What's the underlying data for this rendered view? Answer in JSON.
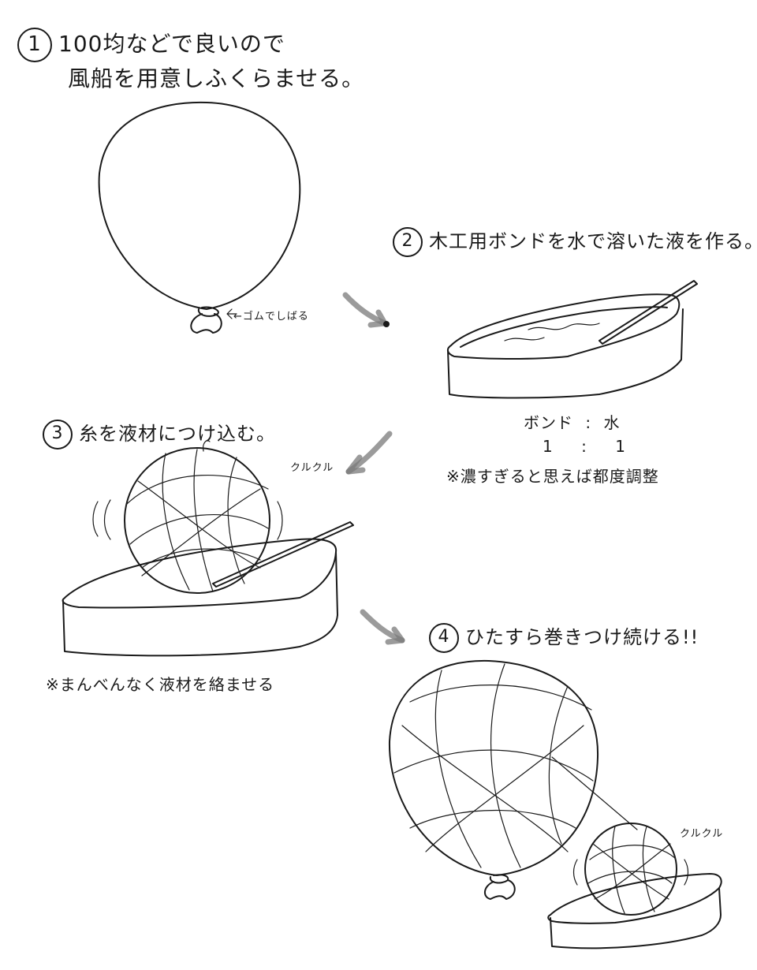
{
  "steps": [
    {
      "number": "1",
      "line1": "100均などで良いので",
      "line2": "風船を用意しふくらませる。"
    },
    {
      "number": "2",
      "text": "木工用ボンドを水で溶いた液を作る。"
    },
    {
      "number": "3",
      "text": "糸を液材につけ込む。"
    },
    {
      "number": "4",
      "text": "ひたすら巻きつけ続ける!!"
    }
  ],
  "balloon_note": "←ゴムでしばる",
  "ratio": {
    "header_left": "ボンド",
    "header_sep": ":",
    "header_right": "水",
    "value_left": "1",
    "value_sep": ":",
    "value_right": "1",
    "note": "※濃すぎると思えば都度調整"
  },
  "step3_note": "※まんべんなく液材を絡ませる",
  "spin_label_1": "クルクル",
  "spin_label_2": "クルクル"
}
